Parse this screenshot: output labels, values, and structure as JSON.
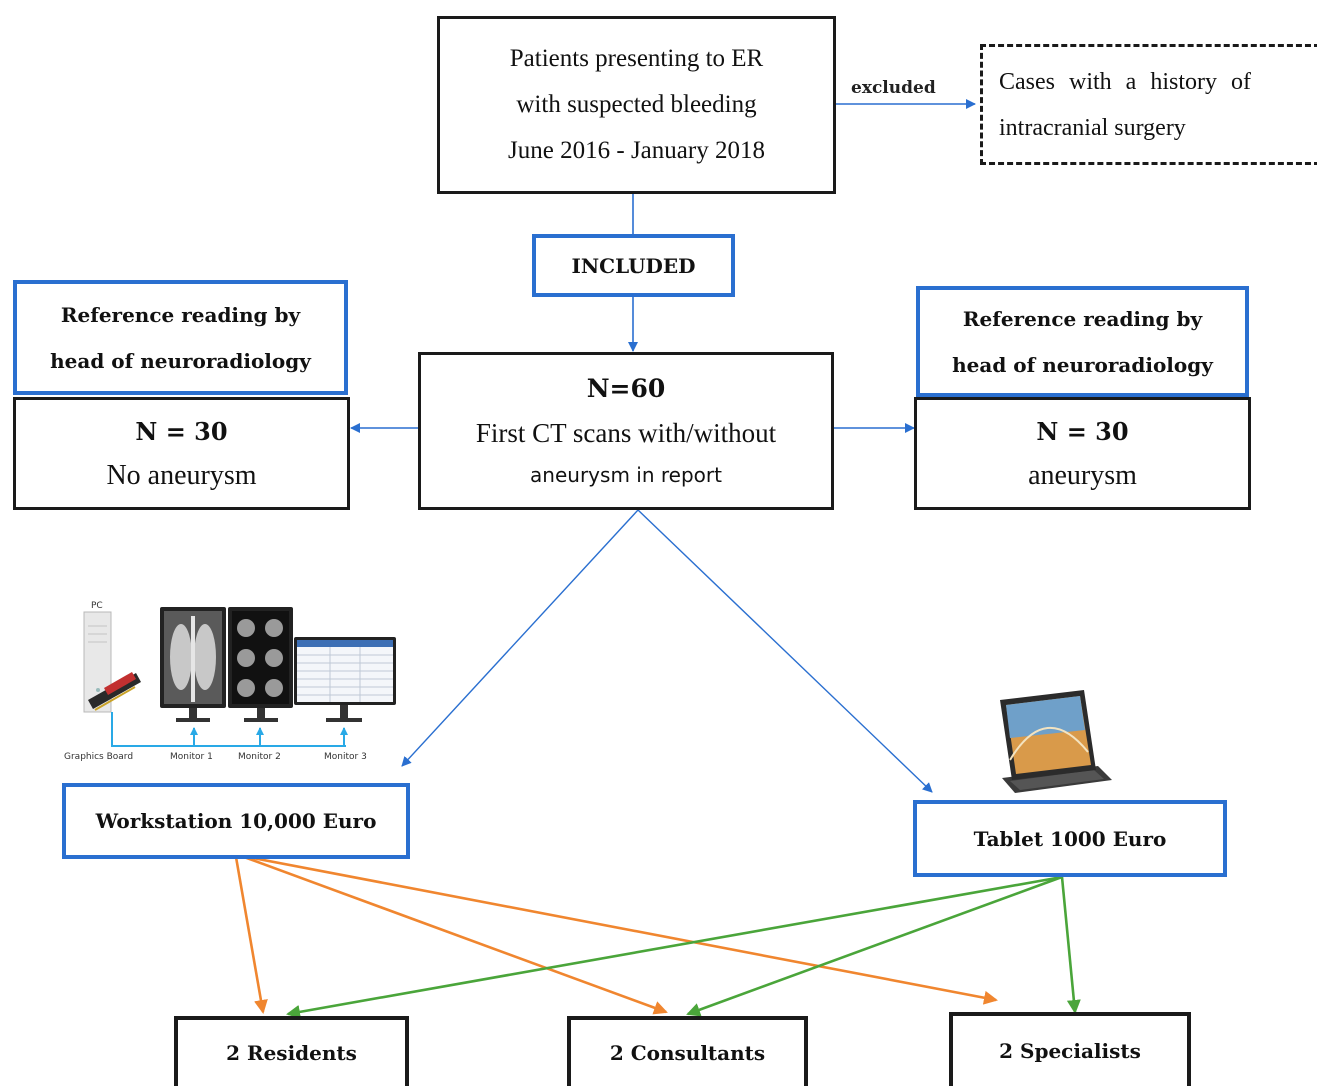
{
  "top": {
    "line1": "Patients presenting to ER",
    "line2": "with suspected bleeding",
    "line3": "June 2016 - January 2018"
  },
  "excluded_label": "excluded",
  "excluded_box": {
    "line1": "Cases with a history of",
    "line2": "intracranial surgery"
  },
  "included_label": "INCLUDED",
  "center": {
    "n": "N=60",
    "line1": "First CT scans with/without",
    "line2": "aneurysm in report"
  },
  "left_ref": {
    "line1": "Reference reading by",
    "line2": "head of neuroradiology"
  },
  "left_result": {
    "n": "N = 30",
    "label": "No aneurysm"
  },
  "right_ref": {
    "line1": "Reference reading by",
    "line2": "head of neuroradiology"
  },
  "right_result": {
    "n": "N = 30",
    "label": "aneurysm"
  },
  "workstation": {
    "label": "Workstation 10,000 Euro",
    "pc_label": "PC",
    "graphics_board": "Graphics Board",
    "monitor1": "Monitor 1",
    "monitor2": "Monitor 2",
    "monitor3": "Monitor 3"
  },
  "tablet": {
    "label": "Tablet 1000 Euro"
  },
  "readers": {
    "residents": "2 Residents",
    "consultants": "2 Consultants",
    "specialists": "2 Specialists"
  },
  "colors": {
    "blue": "#2a6fd0",
    "orange": "#f0862f",
    "green": "#4aa53a",
    "cyan": "#29a9e6"
  }
}
